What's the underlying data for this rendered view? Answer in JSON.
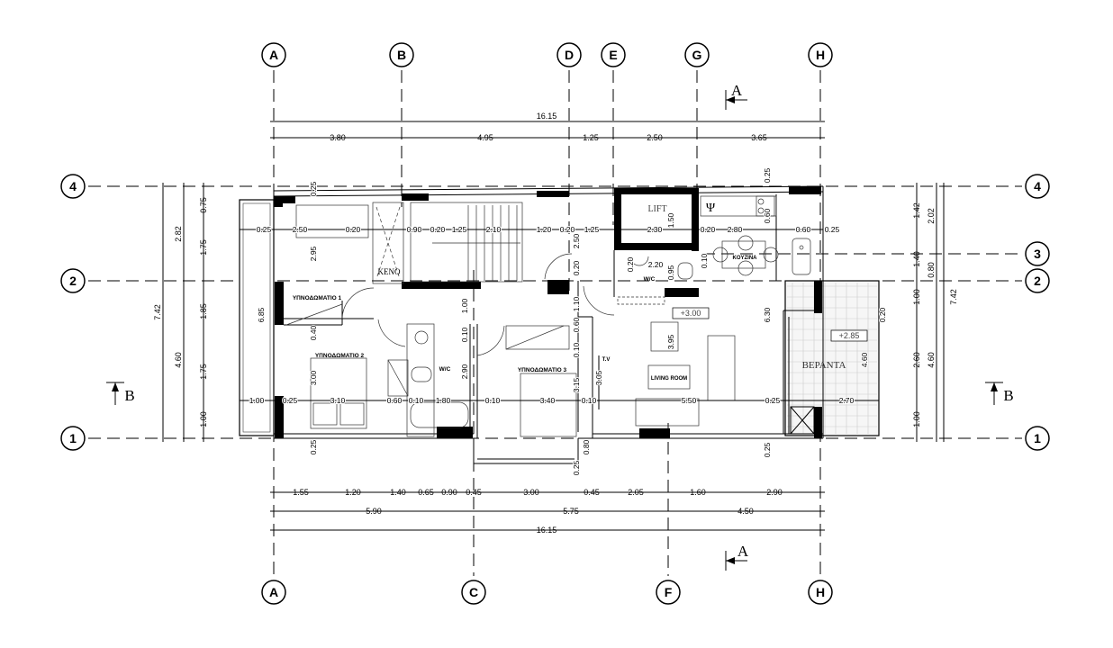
{
  "grid_columns_top": [
    "A",
    "B",
    "D",
    "E",
    "G",
    "H"
  ],
  "grid_columns_bottom": [
    "A",
    "C",
    "F",
    "H"
  ],
  "grid_rows_left": [
    "4",
    "2",
    "1"
  ],
  "grid_rows_right": [
    "4",
    "3",
    "2",
    "1"
  ],
  "section_marks": {
    "a_top": "A",
    "a_bottom": "A",
    "b_left": "B",
    "b_right": "B"
  },
  "dims_top": {
    "overall": "16.15",
    "segments": [
      "3.80",
      "4.95",
      "1.25",
      "2.50",
      "3.65"
    ]
  },
  "dims_bottom": {
    "segments": [
      "1.55",
      "1.20",
      "1.40",
      "0.65",
      "0.90",
      "0.45",
      "3.00",
      "0.45",
      "2.05",
      "1.60",
      "2.90"
    ],
    "groups": [
      "5.90",
      "5.75",
      "4.50"
    ],
    "overall": "16.15"
  },
  "dims_left": {
    "overall": "7.42",
    "groups": [
      "2.82",
      "4.60"
    ],
    "segments": [
      "0.75",
      "1.75",
      "1.85",
      "1.75",
      "1.00"
    ]
  },
  "dims_right": {
    "segments": [
      "1.42",
      "1.40",
      "1.00",
      "2.60",
      "1.00"
    ],
    "groups": [
      "2.02",
      "0.80",
      "4.60"
    ],
    "overall": "7.42"
  },
  "dims_internal": {
    "row_top": [
      "0.25",
      "2.50",
      "0.20",
      "0.90",
      "0.20",
      "1.25",
      "2.10",
      "1.20",
      "0.20",
      "1.25",
      "2.30",
      "0.20",
      "2.80",
      "0.60",
      "0.25"
    ],
    "row_bottom": [
      "1.00",
      "0.25",
      "3.10",
      "0.60",
      "0.10",
      "1.80",
      "0.10",
      "3.40",
      "0.10",
      "5.50",
      "0.25",
      "2.70"
    ],
    "vertical": [
      "0.25",
      "2.95",
      "0.25",
      "2.50",
      "0.20",
      "1.10",
      "0.60",
      "0.10",
      "1.00",
      "0.10",
      "0.40",
      "6.85",
      "3.00",
      "2.90",
      "3.15",
      "3.05",
      "3.95",
      "6.30",
      "1.50",
      "0.95",
      "0.60",
      "0.25",
      "4.60",
      "0.25",
      "0.25",
      "0.80",
      "0.20",
      "2.20",
      "0.10",
      "0.20"
    ]
  },
  "rooms": {
    "bedroom1": "ΥΠΝΟΔΩΜΑΤΙΟ 1",
    "bedroom2": "ΥΠΝΟΔΩΜΑΤΙΟ 2",
    "bedroom3": "ΥΠΝΟΔΩΜΑΤΙΟ 3",
    "wc1": "W/C",
    "wc2": "W/C",
    "void": "KENO",
    "lift": "LIFT",
    "kitchen": "KOYZINA",
    "living": "LIVING ROOM",
    "veranda": "ΒΕΡΑΝΤΑ",
    "tv": "T.V",
    "fridge": "Ψ"
  },
  "levels": {
    "main": "+3.00",
    "veranda": "+2.85"
  }
}
